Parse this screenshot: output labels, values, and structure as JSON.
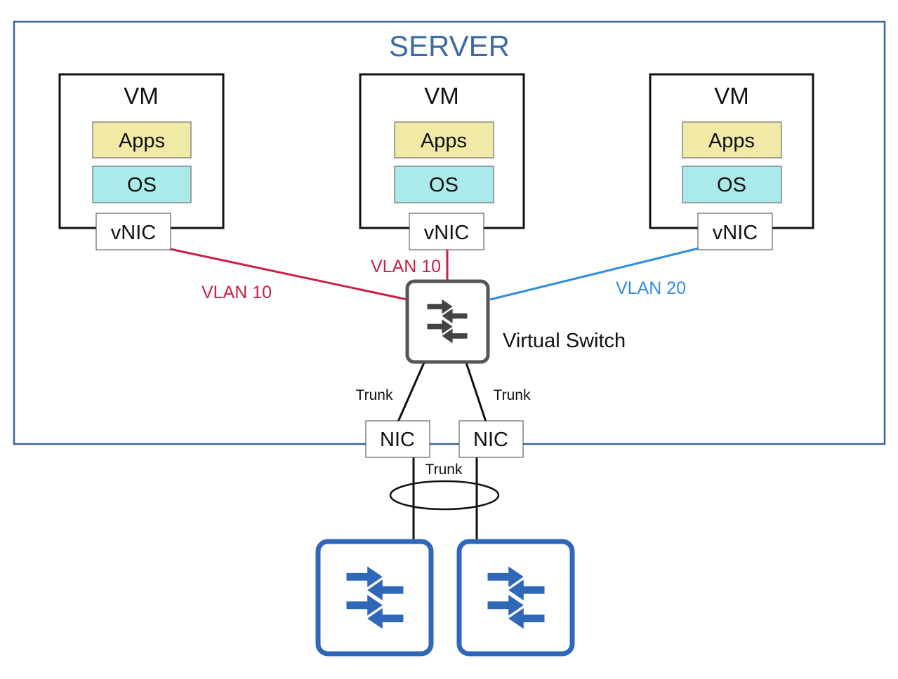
{
  "server": {
    "title": "SERVER"
  },
  "vms": [
    {
      "label": "VM",
      "apps": "Apps",
      "os": "OS",
      "vnic": "vNIC"
    },
    {
      "label": "VM",
      "apps": "Apps",
      "os": "OS",
      "vnic": "vNIC"
    },
    {
      "label": "VM",
      "apps": "Apps",
      "os": "OS",
      "vnic": "vNIC"
    }
  ],
  "links": {
    "vm1_vlan": "VLAN 10",
    "vm2_vlan": "VLAN 10",
    "vm3_vlan": "VLAN 20",
    "trunk_left": "Trunk",
    "trunk_right": "Trunk",
    "trunk_bundle": "Trunk"
  },
  "virtual_switch": {
    "label": "Virtual Switch",
    "icon": "switch-arrows-icon"
  },
  "nics": [
    {
      "label": "NIC"
    },
    {
      "label": "NIC"
    }
  ],
  "physical_switches": [
    {
      "icon": "switch-arrows-icon"
    },
    {
      "icon": "switch-arrows-icon"
    }
  ],
  "colors": {
    "server_border": "#3a64a0",
    "server_title": "#3e6aa6",
    "apps_fill": "#f0eaa6",
    "os_fill": "#aaeaea",
    "vlan10": "#cc1f45",
    "vlan20": "#2f8de0",
    "vswitch_border": "#555555",
    "vswitch_arrows": "#444444",
    "phys_switch": "#2f67b9"
  }
}
